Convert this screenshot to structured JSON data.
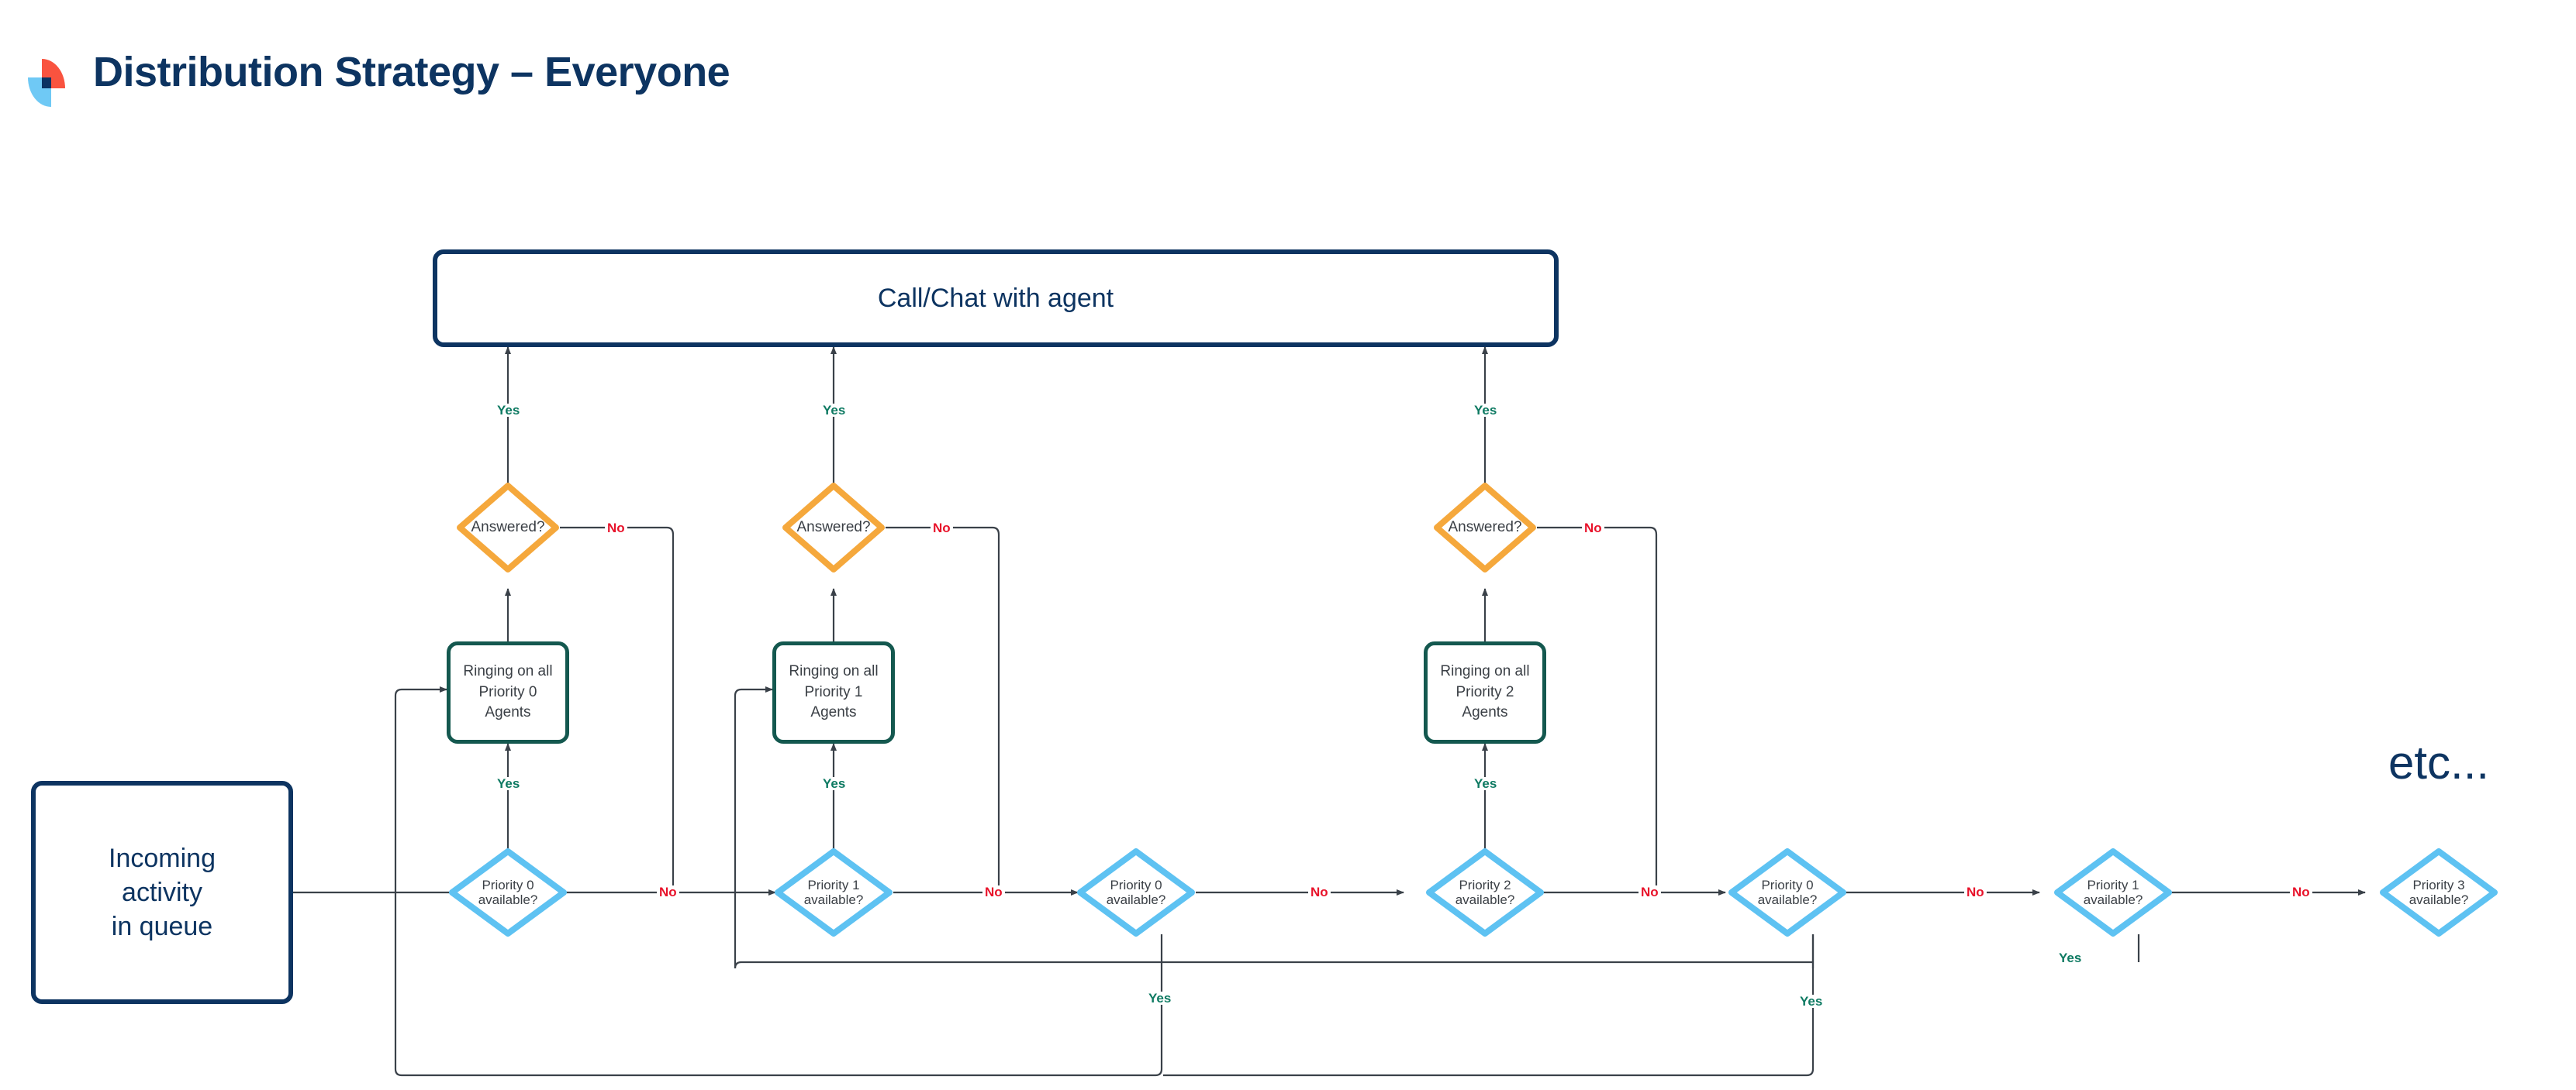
{
  "header": {
    "title": "Distribution Strategy – Everyone",
    "logo_name": "brand-logo",
    "logo_colors": {
      "red": "#f9533f",
      "blue": "#6fc9f5",
      "overlap": "#0b3262"
    }
  },
  "colors": {
    "navy": "#0d3461",
    "teal": "#14584f",
    "orange": "#f5a83c",
    "light_blue": "#5ec2f2",
    "yes_green": "#0e7a62",
    "no_red": "#e8122a",
    "wire": "#3a4149",
    "text_gray": "#3a3f45",
    "background": "#ffffff"
  },
  "diagram": {
    "type": "flowchart",
    "start_node": {
      "label": "Incoming\nactivity\nin queue"
    },
    "terminal_node": {
      "label": "Call/Chat with agent"
    },
    "etc_label": "etc...",
    "ringing_nodes": [
      {
        "label": "Ringing on all\nPriority 0\nAgents"
      },
      {
        "label": "Ringing on all\nPriority 1\nAgents"
      },
      {
        "label": "Ringing on all\nPriority 2\nAgents"
      }
    ],
    "answered_nodes": [
      {
        "label": "Answered?"
      },
      {
        "label": "Answered?"
      },
      {
        "label": "Answered?"
      }
    ],
    "availability_nodes": [
      {
        "label": "Priority 0\navailable?"
      },
      {
        "label": "Priority 1\navailable?"
      },
      {
        "label": "Priority 0\navailable?"
      },
      {
        "label": "Priority 2\navailable?"
      },
      {
        "label": "Priority 0\navailable?"
      },
      {
        "label": "Priority 1\navailable?"
      },
      {
        "label": "Priority 3\navailable?"
      }
    ],
    "edge_labels": {
      "yes": "Yes",
      "no": "No"
    },
    "yes_labels_above_ringing": [
      "Yes",
      "Yes",
      "Yes"
    ],
    "yes_labels_above_terminal": [
      "Yes",
      "Yes",
      "Yes"
    ],
    "no_labels_from_answered": [
      "No",
      "No",
      "No"
    ],
    "no_labels_on_chain": [
      "No",
      "No",
      "No",
      "No",
      "No",
      "No"
    ],
    "yes_labels_loopback": [
      "Yes",
      "Yes",
      "Yes"
    ]
  }
}
